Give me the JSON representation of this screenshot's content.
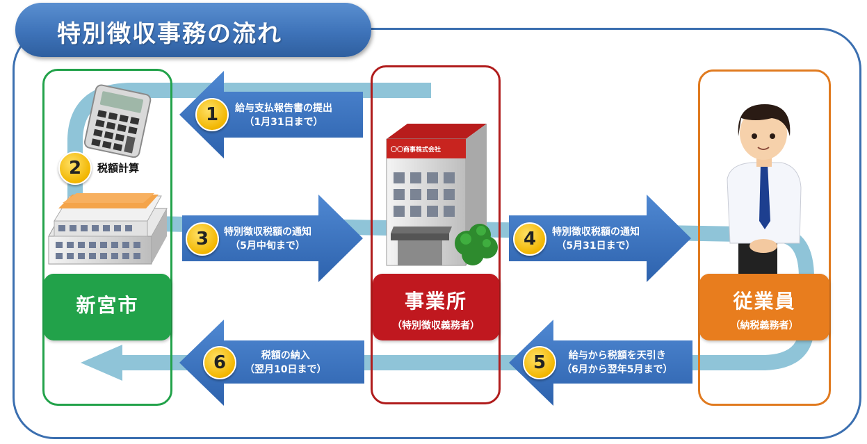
{
  "title": "特別徴収事務の流れ",
  "parties": {
    "city": {
      "name": "新宮市"
    },
    "office": {
      "name": "事業所",
      "role": "（特別徴収義務者）",
      "sign": "〇〇商事株式会社"
    },
    "employee": {
      "name": "従業員",
      "role": "（納税義務者）"
    }
  },
  "steps": [
    {
      "num": "1",
      "line1": "給与支払報告書の提出",
      "line2": "（1月31日まで）"
    },
    {
      "num": "2",
      "line1": "税額計算"
    },
    {
      "num": "3",
      "line1": "特別徴収税額の通知",
      "line2": "（5月中旬まで）"
    },
    {
      "num": "4",
      "line1": "特別徴収税額の通知",
      "line2": "（5月31日まで）"
    },
    {
      "num": "5",
      "line1": "給与から税額を天引き",
      "line2": "（6月から翌年5月まで）"
    },
    {
      "num": "6",
      "line1": "税額の納入",
      "line2": "（翌月10日まで）"
    }
  ],
  "colors": {
    "frame": "#3b6fb0",
    "arrow": "#3a72c0",
    "flow": "#8fc4d8",
    "city": "#22a24a",
    "office": "#c0181f",
    "employee": "#e87d1e",
    "badge": "#f2b600"
  },
  "icons": {
    "calculator": "calculator-icon",
    "city_hall": "city-hall-icon",
    "office_building": "office-building-icon",
    "employee": "employee-figure-icon"
  }
}
